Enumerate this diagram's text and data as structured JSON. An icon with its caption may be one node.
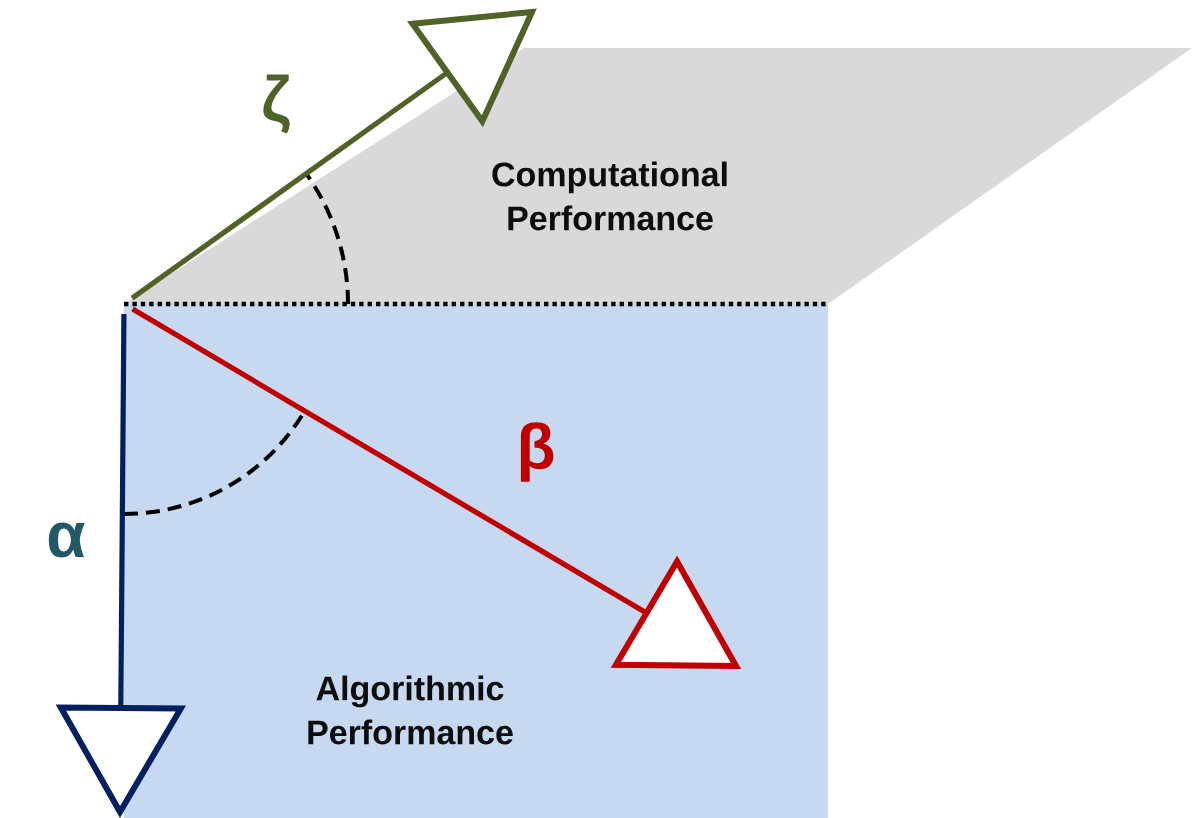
{
  "diagram": {
    "nodes": [
      {
        "text": [
          "Computational Performance"
        ]
      },
      {
        "text": [
          "Algorithmic Performance"
        ]
      }
    ],
    "labels": [
      "ζ",
      "β",
      "α"
    ]
  }
}
